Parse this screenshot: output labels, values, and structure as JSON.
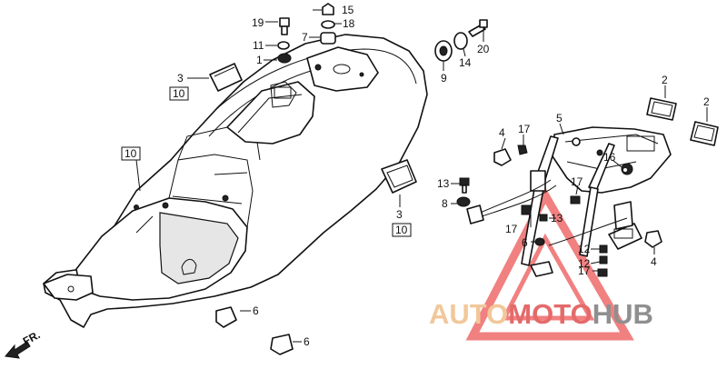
{
  "callouts": [
    {
      "id": "c19",
      "text": "19"
    },
    {
      "id": "c15",
      "text": "15"
    },
    {
      "id": "c18",
      "text": "18"
    },
    {
      "id": "c7",
      "text": "7"
    },
    {
      "id": "c11",
      "text": "11"
    },
    {
      "id": "c1",
      "text": "1"
    },
    {
      "id": "c9",
      "text": "9"
    },
    {
      "id": "c14",
      "text": "14"
    },
    {
      "id": "c20",
      "text": "20"
    },
    {
      "id": "c3a",
      "text": "3"
    },
    {
      "id": "c10a",
      "text": "10"
    },
    {
      "id": "c10b",
      "text": "10"
    },
    {
      "id": "c2a",
      "text": "2"
    },
    {
      "id": "c2b",
      "text": "2"
    },
    {
      "id": "c5",
      "text": "5"
    },
    {
      "id": "c17a",
      "text": "17"
    },
    {
      "id": "c4a",
      "text": "4"
    },
    {
      "id": "c16",
      "text": "16"
    },
    {
      "id": "c13a",
      "text": "13"
    },
    {
      "id": "c8",
      "text": "8"
    },
    {
      "id": "c3b",
      "text": "3"
    },
    {
      "id": "c10c",
      "text": "10"
    },
    {
      "id": "c17b",
      "text": "17"
    },
    {
      "id": "c13b",
      "text": "13"
    },
    {
      "id": "c17c",
      "text": "17"
    },
    {
      "id": "c6a",
      "text": "6"
    },
    {
      "id": "c12a",
      "text": "12"
    },
    {
      "id": "c12b",
      "text": "12"
    },
    {
      "id": "c17d",
      "text": "17"
    },
    {
      "id": "c4b",
      "text": "4"
    },
    {
      "id": "c6b",
      "text": "6"
    },
    {
      "id": "c6c",
      "text": "6"
    }
  ],
  "direction_label": "FR.",
  "watermark": {
    "part1": "AUTO",
    "part2": "MOTO",
    "part3": "HUB",
    "color_auto": "#f2c79a",
    "color_moto": "#e46a6a",
    "color_hub": "#8f8f8f",
    "triangle_color": "#ef6b6b"
  }
}
